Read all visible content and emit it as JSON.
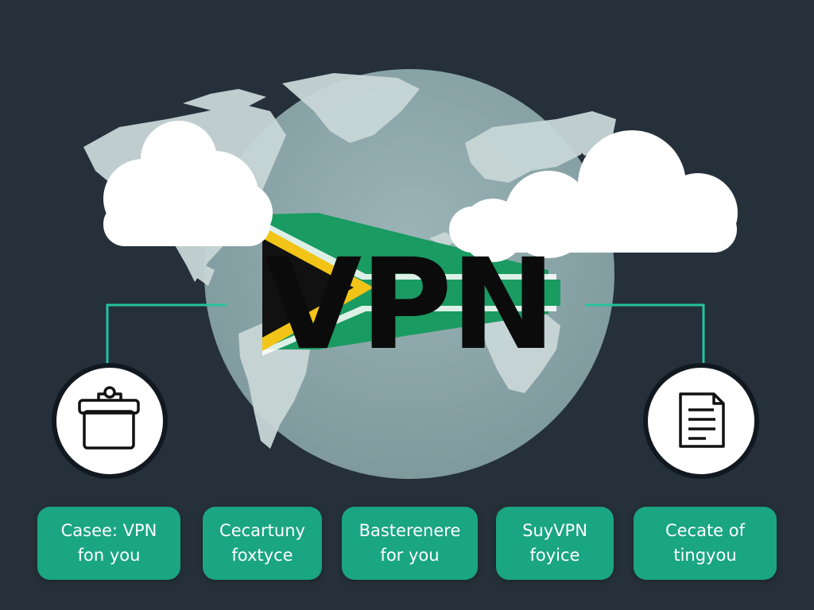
{
  "headline": "VPN",
  "colors": {
    "background": "#25303a",
    "globe": "#8ca7aa",
    "land": "#c6d4d4",
    "cloud": "#ffffff",
    "accent_teal": "#1aa583",
    "connector": "#25c2a0",
    "flag_green": "#1a9b62",
    "flag_yellow": "#f3c418",
    "flag_black": "#111111"
  },
  "icons": {
    "left": "basket-icon",
    "right": "document-icon"
  },
  "pills": [
    {
      "line1": "Casee: VPN",
      "line2": "fon you"
    },
    {
      "line1": "Cecartuny",
      "line2": "foxtyce"
    },
    {
      "line1": "Basterenere",
      "line2": "for you"
    },
    {
      "line1": "SuyVPN",
      "line2": "foyice"
    },
    {
      "line1": "Cecate of",
      "line2": "tingyou"
    }
  ]
}
